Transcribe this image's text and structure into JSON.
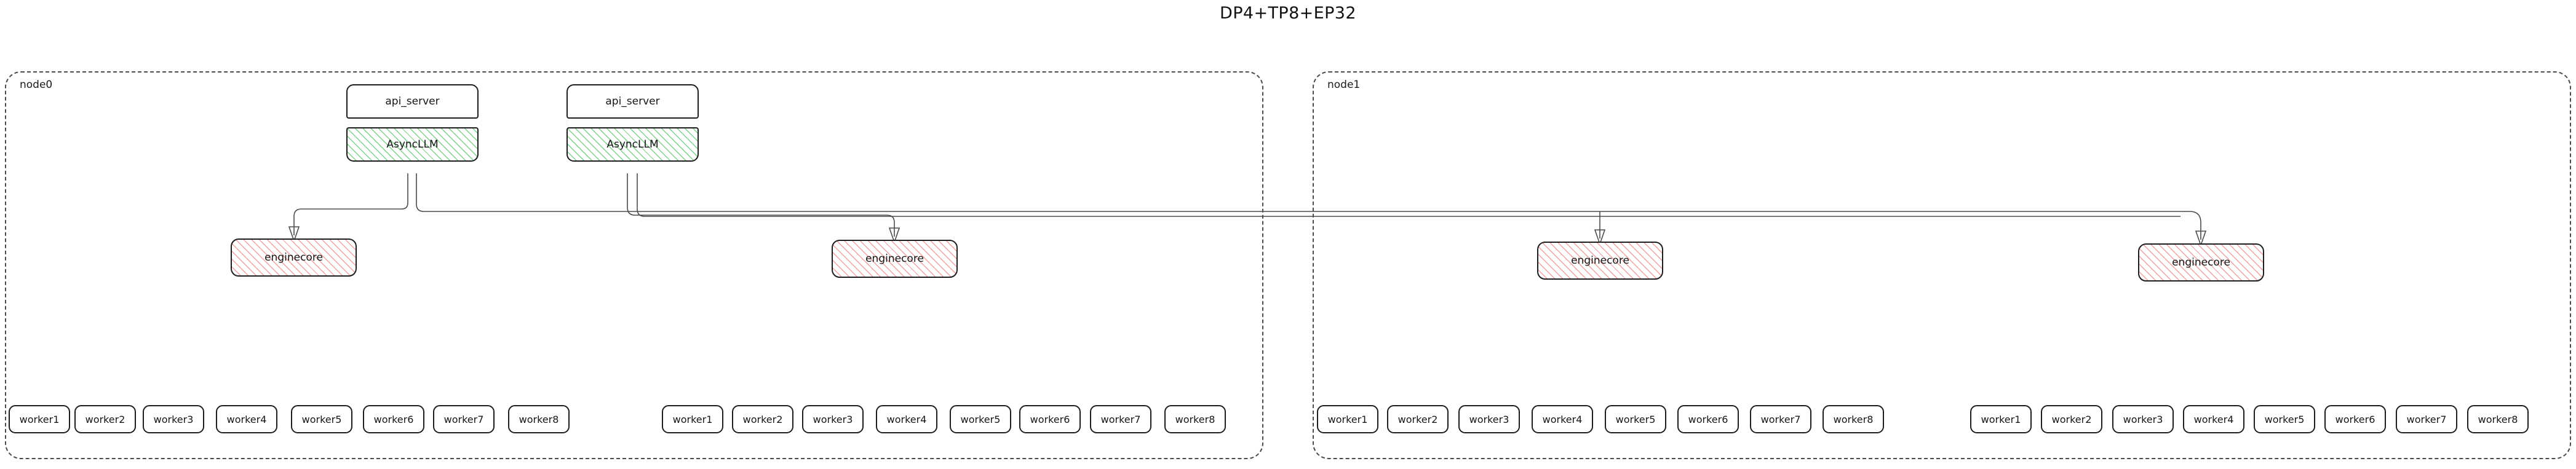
{
  "title": "DP4+TP8+EP32",
  "nodes": [
    {
      "id": "node0",
      "label": "node0",
      "frontends": [
        {
          "api_label": "api_server",
          "async_label": "AsyncLLM"
        },
        {
          "api_label": "api_server",
          "async_label": "AsyncLLM"
        }
      ],
      "engines": [
        {
          "label": "enginecore"
        },
        {
          "label": "enginecore"
        }
      ],
      "worker_groups": [
        {
          "workers": [
            "worker1",
            "worker2",
            "worker3",
            "worker4",
            "worker5",
            "worker6",
            "worker7",
            "worker8"
          ]
        },
        {
          "workers": [
            "worker1",
            "worker2",
            "worker3",
            "worker4",
            "worker5",
            "worker6",
            "worker7",
            "worker8"
          ]
        }
      ]
    },
    {
      "id": "node1",
      "label": "node1",
      "frontends": [],
      "engines": [
        {
          "label": "enginecore"
        },
        {
          "label": "enginecore"
        }
      ],
      "worker_groups": [
        {
          "workers": [
            "worker1",
            "worker2",
            "worker3",
            "worker4",
            "worker5",
            "worker6",
            "worker7",
            "worker8"
          ]
        },
        {
          "workers": [
            "worker1",
            "worker2",
            "worker3",
            "worker4",
            "worker5",
            "worker6",
            "worker7",
            "worker8"
          ]
        }
      ]
    }
  ],
  "colors": {
    "async_hatch": "#78cd87",
    "engine_hatch": "#ee9696",
    "border": "#1d1d1d",
    "cluster_border": "#4a4a4a",
    "connector": "#4b4b4b",
    "text": "#161616",
    "background": "#ffffff"
  }
}
